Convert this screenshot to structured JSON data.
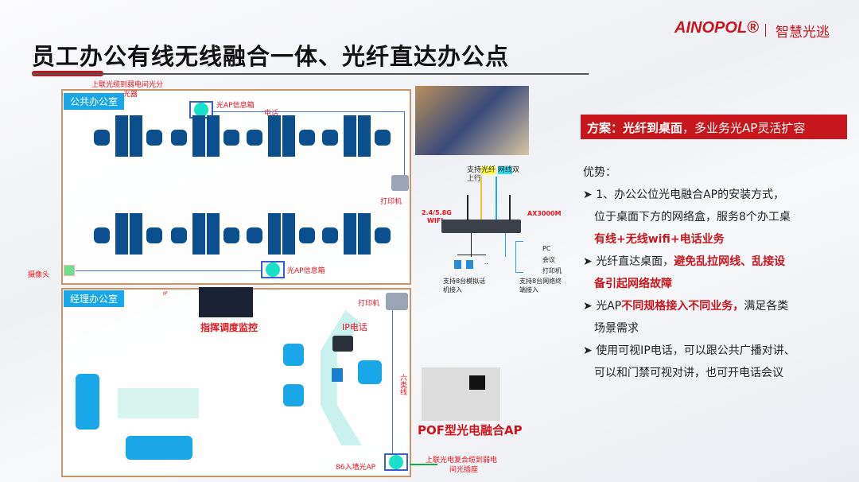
{
  "title": "员工办公有线无线融合一体、光纤直达办公点",
  "logo": {
    "brand": "AINOPOL®",
    "slogan": "智慧光逃"
  },
  "public_office": {
    "label": "公共办公室",
    "uplink": "上联光缆到弱电间光分",
    "uplink2": "光器",
    "ap_box": "光AP信息箱",
    "phone": "电话",
    "printer": "打印机",
    "camera": "摄像头",
    "ap_box2": "光AP信息箱"
  },
  "manager_office": {
    "label": "经理办公室",
    "small": "IP",
    "monitor": "指挥调度监控",
    "printer": "打印机",
    "ip_phone": "IP电话",
    "cable": "六类线",
    "wall_ap": "86入墙光AP",
    "uplink": "上联光电复合缆到弱电",
    "uplink2": "间光插座"
  },
  "device": {
    "top1": "支持",
    "top_fiber": "光纤",
    "top_net": "网线",
    "top2": "双",
    "top3": "上行",
    "wifi": "2.4/5.8G",
    "wifi2": "WIFI",
    "model": "AX3000M",
    "pc": "PC",
    "meeting": "会议",
    "printer": "打印机",
    "phones": "支持8台模拟话",
    "phones2": "机接入",
    "terms": "支持8台网络终",
    "terms2": "端接入",
    "dots": ".."
  },
  "pof_label": "POF型光电融合AP",
  "banner": {
    "bold": "方案：光纤到桌面",
    "rest": "，多业务光AP灵活扩容"
  },
  "advantages": {
    "heading": "优势：",
    "b1a": "1、办公公位光电融合AP的安装方式，",
    "b1b": "位于桌面下方的网络盒，服务8个办工桌",
    "b1c": "有线+无线wifi+电话业务",
    "b2a": "光纤直达桌面，",
    "b2b": "避免乱拉网线、乱接设",
    "b2c": "备引起网络故障",
    "b3a": "光AP",
    "b3b": "不同规格接入不同业务，",
    "b3c": "满足各类",
    "b3d": "场景需求",
    "b4a": "使用可视IP电话，可以跟公共广播对讲、",
    "b4b": "可以和门禁可视对讲，也可开电话会议"
  },
  "colors": {
    "accent": "#c8161d",
    "blue": "#0b4f8e",
    "label": "#1aa7e8"
  }
}
